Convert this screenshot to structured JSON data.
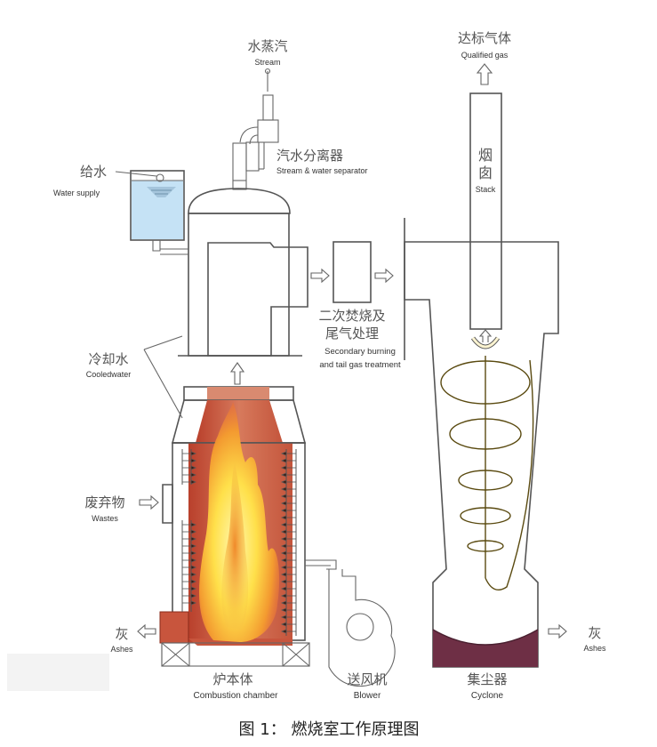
{
  "diagram": {
    "caption": "图 1： 燃烧室工作原理图",
    "colors": {
      "water": "#c5e2f5",
      "flue_gas_top": "#fbeee8",
      "flue_gas_bottom": "#e8a58e",
      "furnace_body": "#c8553d",
      "flame_core": "#fff08a",
      "flame_mid": "#f7a43b",
      "cyclone_top": "#fdf6d6",
      "cyclone_bottom": "#f7d800",
      "ash": "#6e2f45",
      "outline": "#555555"
    },
    "labels": {
      "steam": {
        "cn": "水蒸汽",
        "en": "Stream"
      },
      "separator": {
        "cn": "汽水分离器",
        "en": "Stream & water separator"
      },
      "water_supply": {
        "cn": "给水",
        "en": "Water supply"
      },
      "qualified_gas": {
        "cn": "达标气体",
        "en": "Qualified gas"
      },
      "stack": {
        "cn1": "烟",
        "cn2": "囱",
        "en": "Stack"
      },
      "secondary": {
        "cn1": "二次焚烧及",
        "cn2": "尾气处理",
        "en1": "Secondary burning",
        "en2": "and tail gas treatment"
      },
      "cooled_water": {
        "cn": "冷却水",
        "en": "Cooledwater"
      },
      "wastes": {
        "cn": "废弃物",
        "en": "Wastes"
      },
      "ashes_left": {
        "cn": "灰",
        "en": "Ashes"
      },
      "ashes_right": {
        "cn": "灰",
        "en": "Ashes"
      },
      "combustion_chamber": {
        "cn": "炉本体",
        "en": "Combustion chamber"
      },
      "blower": {
        "cn": "送风机",
        "en": "Blower"
      },
      "cyclone": {
        "cn": "集尘器",
        "en": "Cyclone"
      }
    }
  }
}
